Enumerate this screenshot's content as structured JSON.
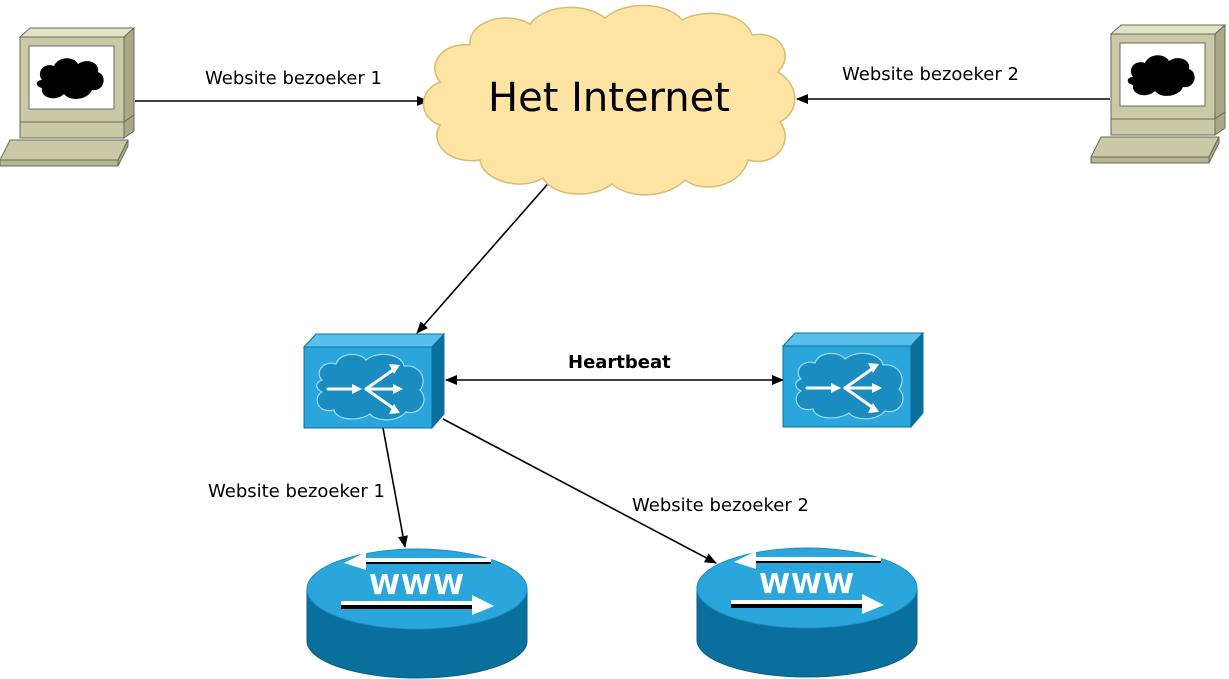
{
  "cloud": {
    "title": "Het Internet"
  },
  "links": {
    "visitor1_to_internet": "Website bezoeker 1",
    "visitor2_to_internet": "Website bezoeker 2",
    "heartbeat": "Heartbeat",
    "lb_to_server1": "Website bezoeker 1",
    "lb_to_server2": "Website bezoeker 2"
  },
  "servers": [
    {
      "label": "WWW"
    },
    {
      "label": "WWW"
    }
  ],
  "colors": {
    "cloud_fill": "#fde4a3",
    "cloud_stroke": "#d6bc74",
    "device_blue": "#2aa6dc",
    "device_blue_dark": "#0b6f9e",
    "computer_body": "#c9c9a8"
  }
}
